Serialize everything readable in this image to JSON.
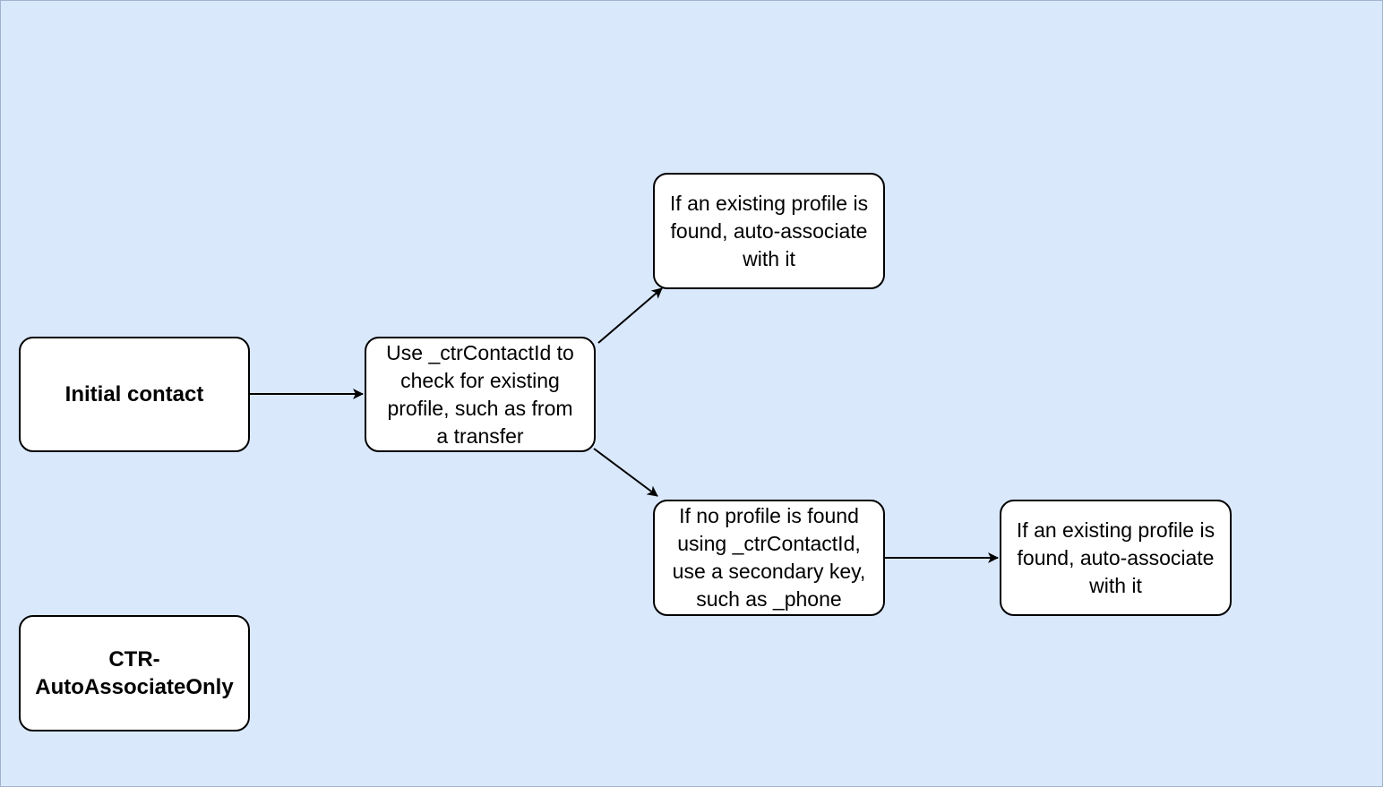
{
  "diagram": {
    "background_color": "#dae8fc",
    "node_fill": "#ffffff",
    "stroke_color": "#000000",
    "nodes": {
      "initial_contact": "Initial contact",
      "check_contact_id": "Use _ctrContactId to\ncheck for existing\nprofile, such as from\na transfer",
      "existing_profile_found": "If an existing profile is\nfound, auto-associate\nwith it",
      "no_profile_found": "If no profile is found\nusing _ctrContactId,\nuse a secondary key,\nsuch as _phone",
      "existing_profile_found_secondary": "If an existing profile is\nfound, auto-associate\nwith it",
      "flow_name": "CTR-\nAutoAssociateOnly"
    },
    "edges": [
      {
        "from": "initial_contact",
        "to": "check_contact_id"
      },
      {
        "from": "check_contact_id",
        "to": "existing_profile_found"
      },
      {
        "from": "check_contact_id",
        "to": "no_profile_found"
      },
      {
        "from": "no_profile_found",
        "to": "existing_profile_found_secondary"
      }
    ]
  }
}
